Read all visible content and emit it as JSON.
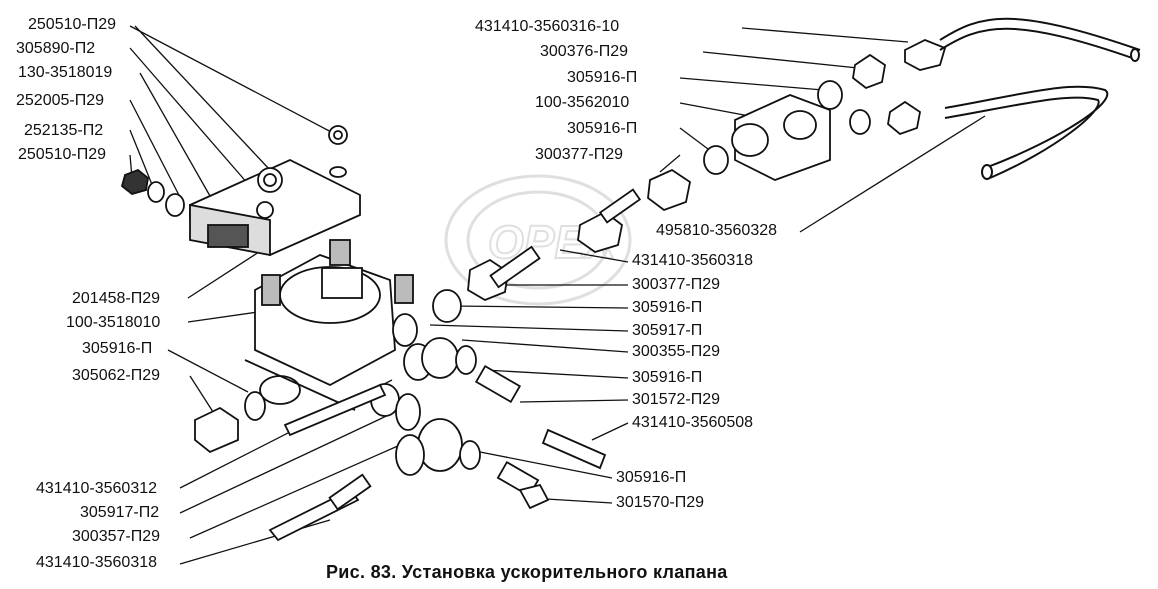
{
  "caption": "Рис. 83. Установка ускорительного клапана",
  "watermark": "OPEX",
  "left_labels": [
    "250510-П29",
    "305890-П2",
    "130-3518019",
    "252005-П29",
    "252135-П2",
    "250510-П29",
    "201458-П29",
    "100-3518010",
    "305916-П",
    "305062-П29",
    "431410-3560312",
    "305917-П2",
    "300357-П29",
    "431410-3560318"
  ],
  "right_labels": [
    "431410-3560316-10",
    "300376-П29",
    "305916-П",
    "100-3562010",
    "305916-П",
    "300377-П29",
    "495810-3560328",
    "431410-3560318",
    "300377-П29",
    "305916-П",
    "305917-П",
    "300355-П29",
    "305916-П",
    "301572-П29",
    "431410-3560508",
    "305916-П",
    "301570-П29"
  ]
}
